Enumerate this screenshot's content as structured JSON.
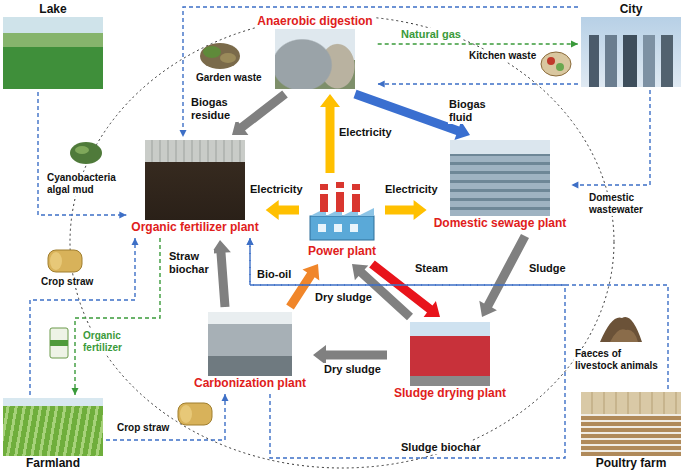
{
  "diagram": {
    "nodes": [
      {
        "text": [
          "Lake"
        ]
      },
      {
        "text": [
          "City"
        ]
      },
      {
        "text": [
          "Anaerobic digestion"
        ]
      },
      {
        "text": [
          "Organic fertilizer plant"
        ]
      },
      {
        "text": [
          "Power plant"
        ]
      },
      {
        "text": [
          "Domestic sewage plant"
        ]
      },
      {
        "text": [
          "Carbonization plant"
        ]
      },
      {
        "text": [
          "Sludge drying plant"
        ]
      },
      {
        "text": [
          "Farmland"
        ]
      },
      {
        "text": [
          "Poultry farm"
        ]
      }
    ],
    "edges": [
      {
        "from": 4,
        "to": 2,
        "label": "Electricity",
        "arrow": "to"
      },
      {
        "from": 2,
        "to": 3,
        "label": "Biogas residue",
        "arrow": "to"
      },
      {
        "from": 2,
        "to": 5,
        "label": "Biogas fluid",
        "arrow": "to"
      },
      {
        "from": 4,
        "to": 3,
        "label": "Electricity",
        "arrow": "to"
      },
      {
        "from": 4,
        "to": 5,
        "label": "Electricity",
        "arrow": "to"
      },
      {
        "from": 4,
        "to": 7,
        "label": "Steam",
        "arrow": "to"
      },
      {
        "from": 5,
        "to": 7,
        "label": "Sludge",
        "arrow": "to"
      },
      {
        "from": 7,
        "to": 4,
        "label": "Dry sludge",
        "arrow": "to"
      },
      {
        "from": 7,
        "to": 6,
        "label": "Dry sludge",
        "arrow": "to"
      },
      {
        "from": 6,
        "to": 4,
        "label": "Bio-oil",
        "arrow": "to"
      },
      {
        "from": 6,
        "to": 3,
        "label": "Straw biochar",
        "arrow": "to"
      },
      {
        "from": 1,
        "to": 3,
        "label": "Garden waste",
        "arrow": "to"
      },
      {
        "from": 1,
        "to": 2,
        "label": "Kitchen waste",
        "arrow": "to"
      },
      {
        "from": 2,
        "to": 1,
        "label": "Natural gas",
        "arrow": "to"
      },
      {
        "from": 1,
        "to": 5,
        "label": "Domestic wastewater",
        "arrow": "to"
      },
      {
        "from": 0,
        "to": 3,
        "label": "Cyanobacteria algal mud",
        "arrow": "to"
      },
      {
        "from": 8,
        "to": 3,
        "label": "Crop straw",
        "arrow": "to"
      },
      {
        "from": 3,
        "to": 8,
        "label": "Organic fertilizer",
        "arrow": "to"
      },
      {
        "from": 8,
        "to": 6,
        "label": "Crop straw",
        "arrow": "to"
      },
      {
        "from": 9,
        "to": 3,
        "label": "Faeces of livestock animals",
        "arrow": "to"
      },
      {
        "from": 6,
        "to": 3,
        "label": "Sludge biochar",
        "arrow": "to"
      }
    ]
  }
}
